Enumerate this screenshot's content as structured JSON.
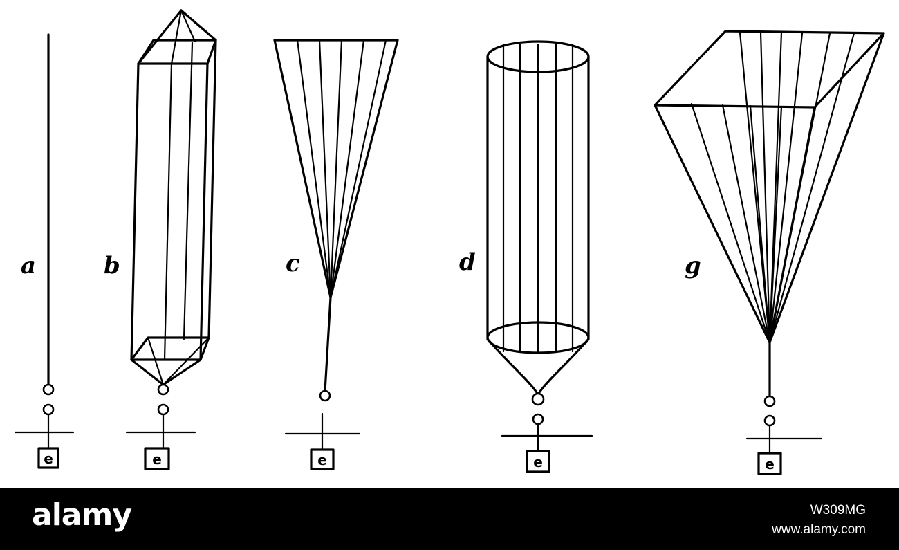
{
  "figures": [
    {
      "label": "a",
      "connector": "e"
    },
    {
      "label": "b",
      "connector": "e"
    },
    {
      "label": "c",
      "connector": "e"
    },
    {
      "label": "d",
      "connector": "e"
    },
    {
      "label": "g",
      "connector": "e"
    }
  ],
  "footer": {
    "brand": "alamy",
    "image_id": "W309MG",
    "site": "www.alamy.com"
  },
  "colors": {
    "ink": "#000000",
    "paper": "#ffffff",
    "footer_bg": "#000000"
  }
}
